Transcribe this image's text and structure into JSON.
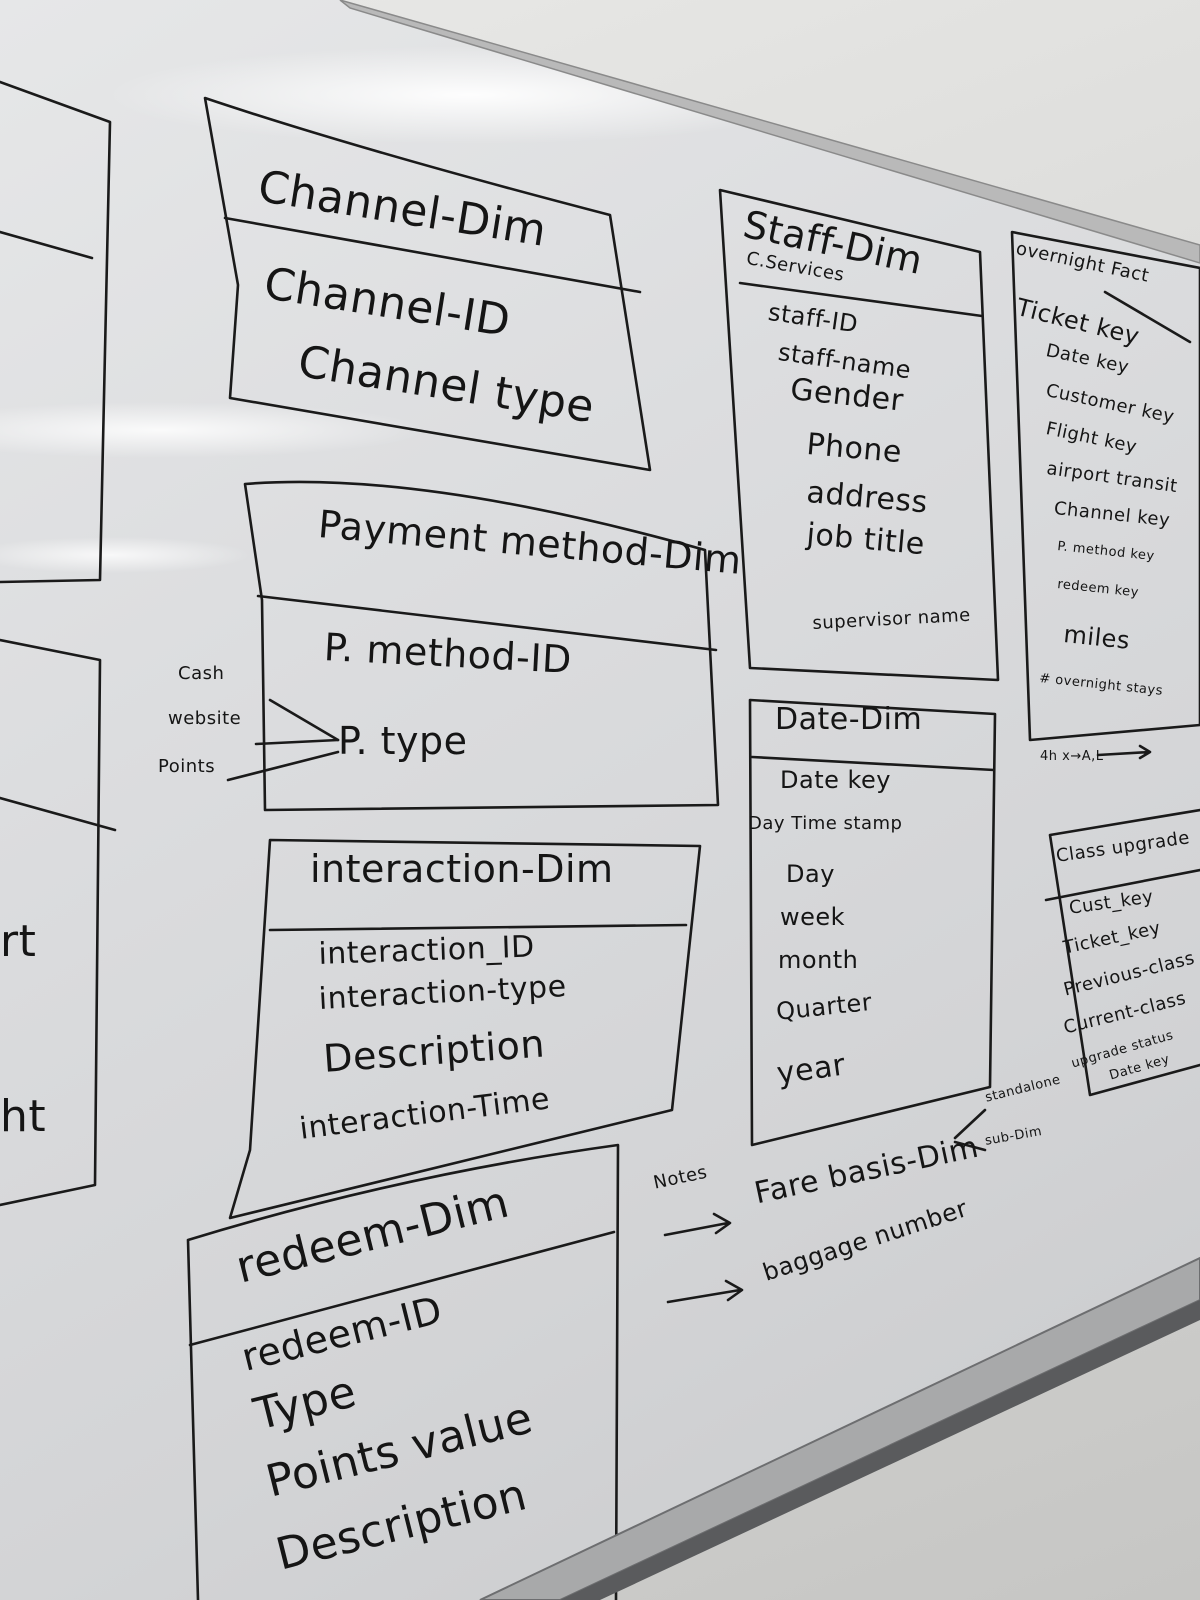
{
  "channel_dim": {
    "title": "Channel-Dim",
    "fields": [
      "Channel-ID",
      "Channel type"
    ]
  },
  "payment_method_dim": {
    "title": "Payment method-Dim",
    "fields": [
      "P. method-ID",
      "P. type"
    ],
    "side_labels": [
      "Cash",
      "website",
      "Points"
    ]
  },
  "interaction_dim": {
    "title": "interaction-Dim",
    "fields": [
      "interaction_ID",
      "interaction-type",
      "Description",
      "interaction-Time"
    ]
  },
  "redeem_dim": {
    "title": "redeem-Dim",
    "fields": [
      "redeem-ID",
      "Type",
      "Points value",
      "Description"
    ]
  },
  "staff_dim": {
    "title": "Staff-Dim",
    "subtitle": "C.Services",
    "fields": [
      "staff-ID",
      "staff-name",
      "Gender",
      "Phone",
      "address",
      "job title"
    ],
    "extra": "supervisor name"
  },
  "date_dim": {
    "title": "Date-Dim",
    "fields": [
      "Date key",
      "Day Time stamp",
      "Day",
      "week",
      "month",
      "Quarter",
      "year"
    ]
  },
  "overnight_fact": {
    "title": "overnight Fact",
    "fields": [
      "Ticket key",
      "Date key",
      "Customer key",
      "Flight key",
      "airport transit",
      "Channel key",
      "P. method key",
      "redeem key",
      "miles",
      "# overnight stays"
    ],
    "below": "4h  x→A,L"
  },
  "class_upgrade": {
    "title": "Class upgrade",
    "fields": [
      "Cust_key",
      "Ticket_key",
      "Previous-class",
      "Current-class",
      "upgrade status",
      "Date key"
    ]
  },
  "notes": {
    "label": "Notes",
    "items": [
      "Fare basis-Dim",
      "baggage number"
    ],
    "fare_branches": [
      "standalone",
      "sub-Dim"
    ]
  },
  "left_fragments": [
    "rt",
    "ht"
  ]
}
